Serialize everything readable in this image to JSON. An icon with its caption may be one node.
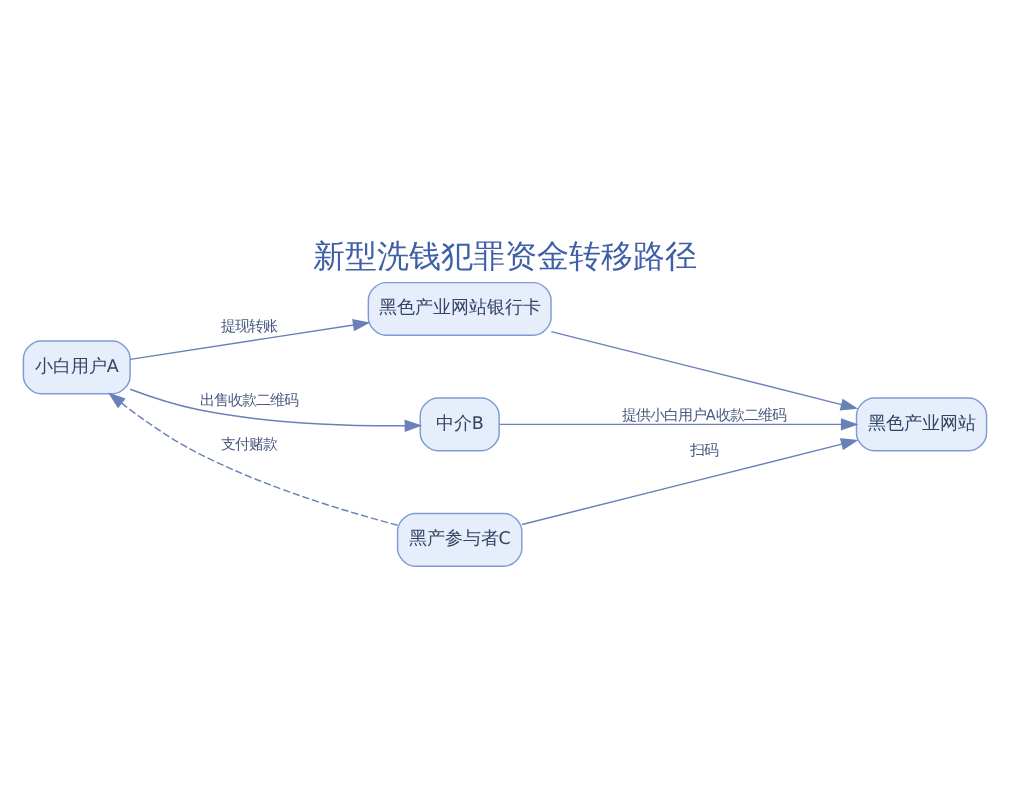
{
  "diagram": {
    "title": "新型洗钱犯罪资金转移路径",
    "nodes": [
      {
        "text": [
          "黑色产业网站银行卡"
        ]
      },
      {
        "text": [
          "小白用户A"
        ]
      },
      {
        "text": [
          "中介B"
        ]
      },
      {
        "text": [
          "黑色产业网站"
        ]
      },
      {
        "text": [
          "黑产参与者C"
        ]
      }
    ],
    "edges": [
      {
        "from": 1,
        "to": 0,
        "arrow": "to",
        "label": "提现转账"
      },
      {
        "from": 0,
        "to": 3,
        "arrow": "to"
      },
      {
        "from": 1,
        "to": 2,
        "arrow": "to",
        "label": "出售收款二维码"
      },
      {
        "from": 2,
        "to": 3,
        "arrow": "to",
        "label": "提供小白用户A收款二维码"
      },
      {
        "from": 4,
        "to": 1,
        "arrow": "to",
        "label": "支付赌款",
        "style": "dashed"
      },
      {
        "from": 4,
        "to": 3,
        "arrow": "to",
        "label": "扫码"
      }
    ]
  }
}
